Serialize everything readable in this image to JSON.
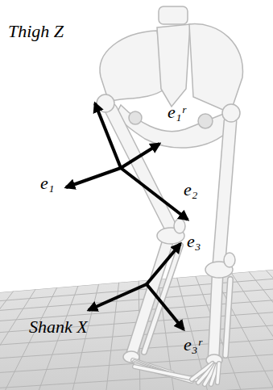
{
  "diagram": {
    "labels": [
      "Thigh Z",
      "e₁ʳ",
      "e₁",
      "e₂",
      "e₃",
      "Shank X",
      "e₃ʳ"
    ]
  }
}
